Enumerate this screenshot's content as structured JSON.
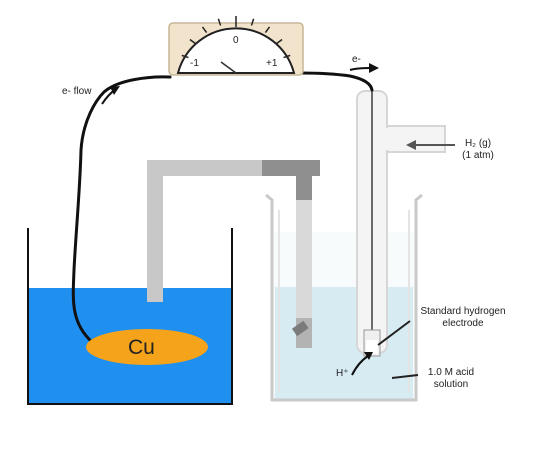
{
  "meter": {
    "scale_min": "-1",
    "scale_zero": "0",
    "scale_max": "+1"
  },
  "left_cell": {
    "electrode_label": "Cu",
    "electron_flow_label": "e- flow"
  },
  "right_cell": {
    "electron_label": "e-",
    "gas_label_line1": "H₂ (g)",
    "gas_label_line2": "(1 atm)",
    "electrode_label_line1": "Standard hydrogen",
    "electrode_label_line2": "electrode",
    "ion_label": "H⁺",
    "solution_label_line1": "1.0 M acid",
    "solution_label_line2": "solution"
  },
  "colors": {
    "left_solution": "#1f8ff0",
    "right_solution": "#d7ebf2",
    "electrode": "#f5a31a",
    "salt_bridge": "#c8c8c8",
    "meter_body": "#f2e4cc",
    "wire": "#111111"
  }
}
